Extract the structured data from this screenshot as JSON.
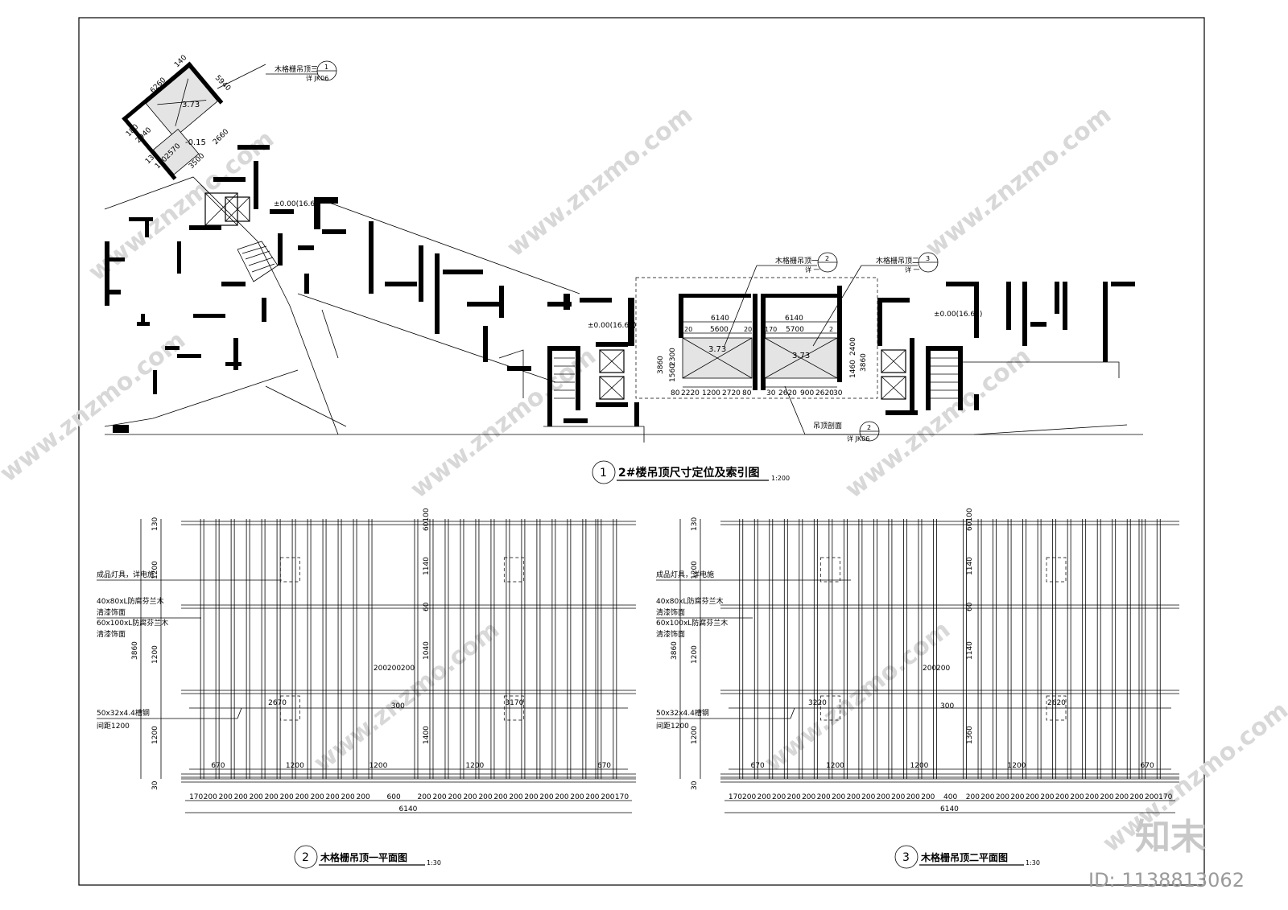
{
  "sheet": {
    "id_mark": "ID: 1138813062",
    "logo_text": "知末",
    "watermark": "www.znzmo.com"
  },
  "plan1": {
    "number": "1",
    "title": "2#楼吊顶尺寸定位及索引图",
    "scale": "1:200",
    "level_labels": [
      "±0.00(16.65)",
      "±0.00(16.65)",
      "±0.00(16.6"
    ],
    "small_ceiling": {
      "height": "3.73",
      "low": "-0.15"
    },
    "small_dims": [
      "6260",
      "140",
      "5940",
      "180",
      "2940",
      "130",
      "3500",
      "1002570",
      "100",
      "2660",
      "140"
    ],
    "callout_a": {
      "name": "木格栅吊顶三",
      "num": "1",
      "ref": "详 JK06"
    },
    "callout_b": {
      "name": "木格栅吊顶一",
      "num": "2",
      "ref": "详 一"
    },
    "callout_c": {
      "name": "木格栅吊顶二",
      "num": "3",
      "ref": "详 一"
    },
    "callout_d": {
      "name": "吊顶剖面",
      "num": "2",
      "ref": "详 JK06"
    },
    "ceiling1": {
      "height": "3.73",
      "dims_top": [
        "6140",
        "5600",
        "20",
        "20"
      ],
      "dims_left": [
        "3860",
        "2300",
        "1560"
      ],
      "dims_bottom": [
        "80",
        "2220",
        "1200",
        "2720",
        "80"
      ]
    },
    "ceiling2": {
      "height": "3.73",
      "dims_top": [
        "6140",
        "5700",
        "170",
        "2"
      ],
      "dims_right": [
        "3860",
        "2400",
        "1460"
      ],
      "dims_bottom": [
        "30",
        "2620",
        "900",
        "2620",
        "30"
      ]
    }
  },
  "plan2": {
    "number": "2",
    "title": "木格栅吊顶一平面图",
    "scale": "1:30",
    "labels": {
      "light": "成品灯具，详电施",
      "wood1": "40x80xL防腐芬兰木",
      "wood1b": "清漆饰面",
      "wood2": "60x100xL防腐芬兰木",
      "wood2b": "清漆饰面",
      "steel": "50x32x4.4槽钢",
      "steelb": "间距1200"
    },
    "left_dims": [
      "130",
      "1200",
      "1200",
      "1200",
      "30",
      "3860"
    ],
    "right_dims": [
      "60100",
      "1140",
      "60",
      "1040",
      "1400"
    ],
    "mid_dims": [
      "200",
      "200",
      "200",
      "300",
      "2670",
      "3170"
    ],
    "bottom_row1": [
      "670",
      "1200",
      "1200",
      "1200",
      "670"
    ],
    "bottom_row2": [
      "170",
      "200",
      "200",
      "200",
      "200",
      "200",
      "200",
      "200",
      "200",
      "200",
      "200",
      "200",
      "600",
      "200",
      "200",
      "200",
      "200",
      "200",
      "200",
      "200",
      "200",
      "200",
      "200",
      "200",
      "200",
      "200",
      "170"
    ],
    "overall": "6140"
  },
  "plan3": {
    "number": "3",
    "title": "木格栅吊顶二平面图",
    "scale": "1:30",
    "labels": {
      "light": "成品灯具，详电施",
      "wood1": "40x80xL防腐芬兰木",
      "wood1b": "清漆饰面",
      "wood2": "60x100xL防腐芬兰木",
      "wood2b": "清漆饰面",
      "steel": "50x32x4.4槽钢",
      "steelb": "间距1200"
    },
    "left_dims": [
      "130",
      "1200",
      "1200",
      "1200",
      "30",
      "3860"
    ],
    "right_dims": [
      "60100",
      "1140",
      "60",
      "1140",
      "1360"
    ],
    "mid_dims": [
      "200",
      "200",
      "300",
      "3220",
      "2620"
    ],
    "bottom_row1": [
      "670",
      "1200",
      "1200",
      "1200",
      "670"
    ],
    "bottom_row2": [
      "170",
      "200",
      "200",
      "200",
      "200",
      "200",
      "200",
      "200",
      "200",
      "200",
      "200",
      "200",
      "200",
      "200",
      "400",
      "200",
      "200",
      "200",
      "200",
      "200",
      "200",
      "200",
      "200",
      "200",
      "200",
      "200",
      "200",
      "200",
      "170"
    ],
    "overall": "6140"
  }
}
